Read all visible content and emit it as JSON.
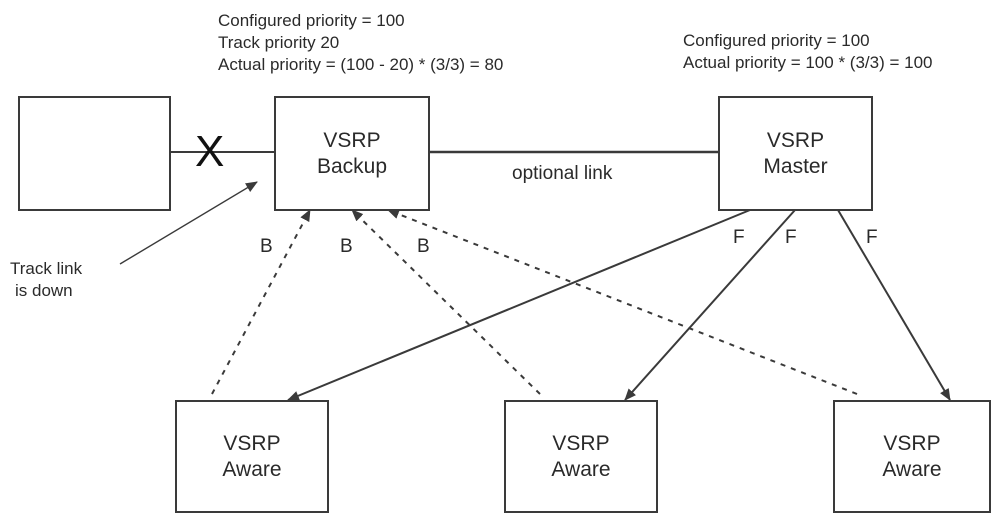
{
  "colors": {
    "line": "#3a3a3a",
    "text": "#2a2a2a",
    "background": "#ffffff"
  },
  "notes": {
    "backup": [
      "Configured priority = 100",
      "Track priority 20",
      "Actual priority = (100 - 20) * (3/3) = 80"
    ],
    "master": [
      "Configured priority = 100",
      "Actual priority = 100 * (3/3) = 100"
    ]
  },
  "nodes": {
    "backup": {
      "line1": "VSRP",
      "line2": "Backup"
    },
    "master": {
      "line1": "VSRP",
      "line2": "Master"
    },
    "aware_left": {
      "line1": "VSRP",
      "line2": "Aware"
    },
    "aware_middle": {
      "line1": "VSRP",
      "line2": "Aware"
    },
    "aware_right": {
      "line1": "VSRP",
      "line2": "Aware"
    }
  },
  "links": {
    "optional": "optional link",
    "broken_marker": "X",
    "track_label": [
      "Track link",
      "is down"
    ],
    "backup_paths": [
      "B",
      "B",
      "B"
    ],
    "forward_paths": [
      "F",
      "F",
      "F"
    ]
  }
}
